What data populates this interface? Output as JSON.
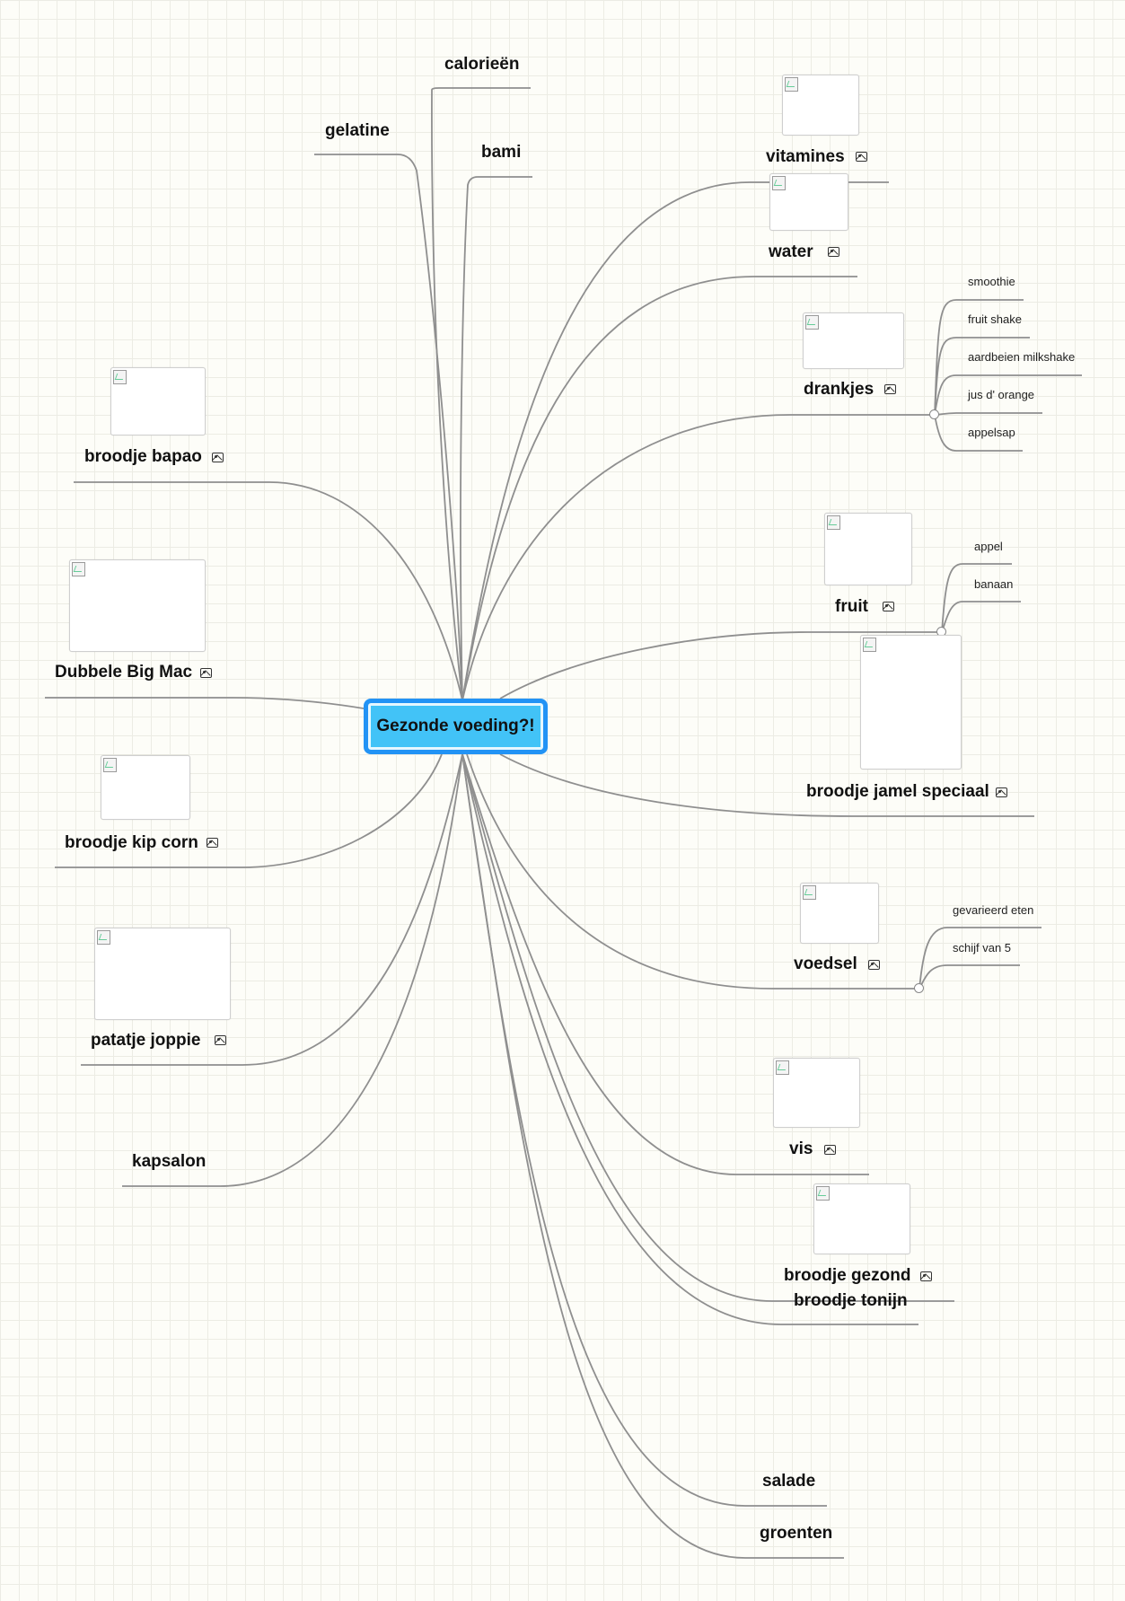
{
  "center": {
    "label": "Gezonde voeding?!"
  },
  "topics": [
    {
      "id": "calorieen",
      "label": "calorieën",
      "has_image": false
    },
    {
      "id": "gelatine",
      "label": "gelatine",
      "has_image": false
    },
    {
      "id": "bami",
      "label": "bami",
      "has_image": false
    },
    {
      "id": "vitamines",
      "label": "vitamines",
      "has_image": true
    },
    {
      "id": "water",
      "label": "water",
      "has_image": true
    },
    {
      "id": "drankjes",
      "label": "drankjes",
      "has_image": true,
      "children": [
        "smoothie",
        "fruit shake",
        "aardbeien milkshake",
        "jus d' orange",
        "appelsap"
      ]
    },
    {
      "id": "broodje-bapao",
      "label": "broodje bapao",
      "has_image": true
    },
    {
      "id": "fruit",
      "label": "fruit",
      "has_image": true,
      "children": [
        "appel",
        "banaan"
      ]
    },
    {
      "id": "dubbele-big-mac",
      "label": "Dubbele Big Mac",
      "has_image": true
    },
    {
      "id": "broodje-jamel-speciaal",
      "label": "broodje jamel speciaal",
      "has_image": true
    },
    {
      "id": "broodje-kip-corn",
      "label": "broodje kip corn",
      "has_image": true
    },
    {
      "id": "voedsel",
      "label": "voedsel",
      "has_image": true,
      "children": [
        "gevarieerd eten",
        "schijf van 5"
      ]
    },
    {
      "id": "patatje-joppie",
      "label": "patatje joppie",
      "has_image": true
    },
    {
      "id": "vis",
      "label": "vis",
      "has_image": true
    },
    {
      "id": "kapsalon",
      "label": "kapsalon",
      "has_image": false
    },
    {
      "id": "broodje-gezond",
      "label": "broodje gezond",
      "has_image": true
    },
    {
      "id": "broodje-tonijn",
      "label": "broodje tonijn",
      "has_image": false
    },
    {
      "id": "salade",
      "label": "salade",
      "has_image": false
    },
    {
      "id": "groenten",
      "label": "groenten",
      "has_image": false
    }
  ],
  "colors": {
    "line": "#8f8f8f",
    "center_fill": "#42c3f7",
    "center_border": "#2293f5"
  }
}
